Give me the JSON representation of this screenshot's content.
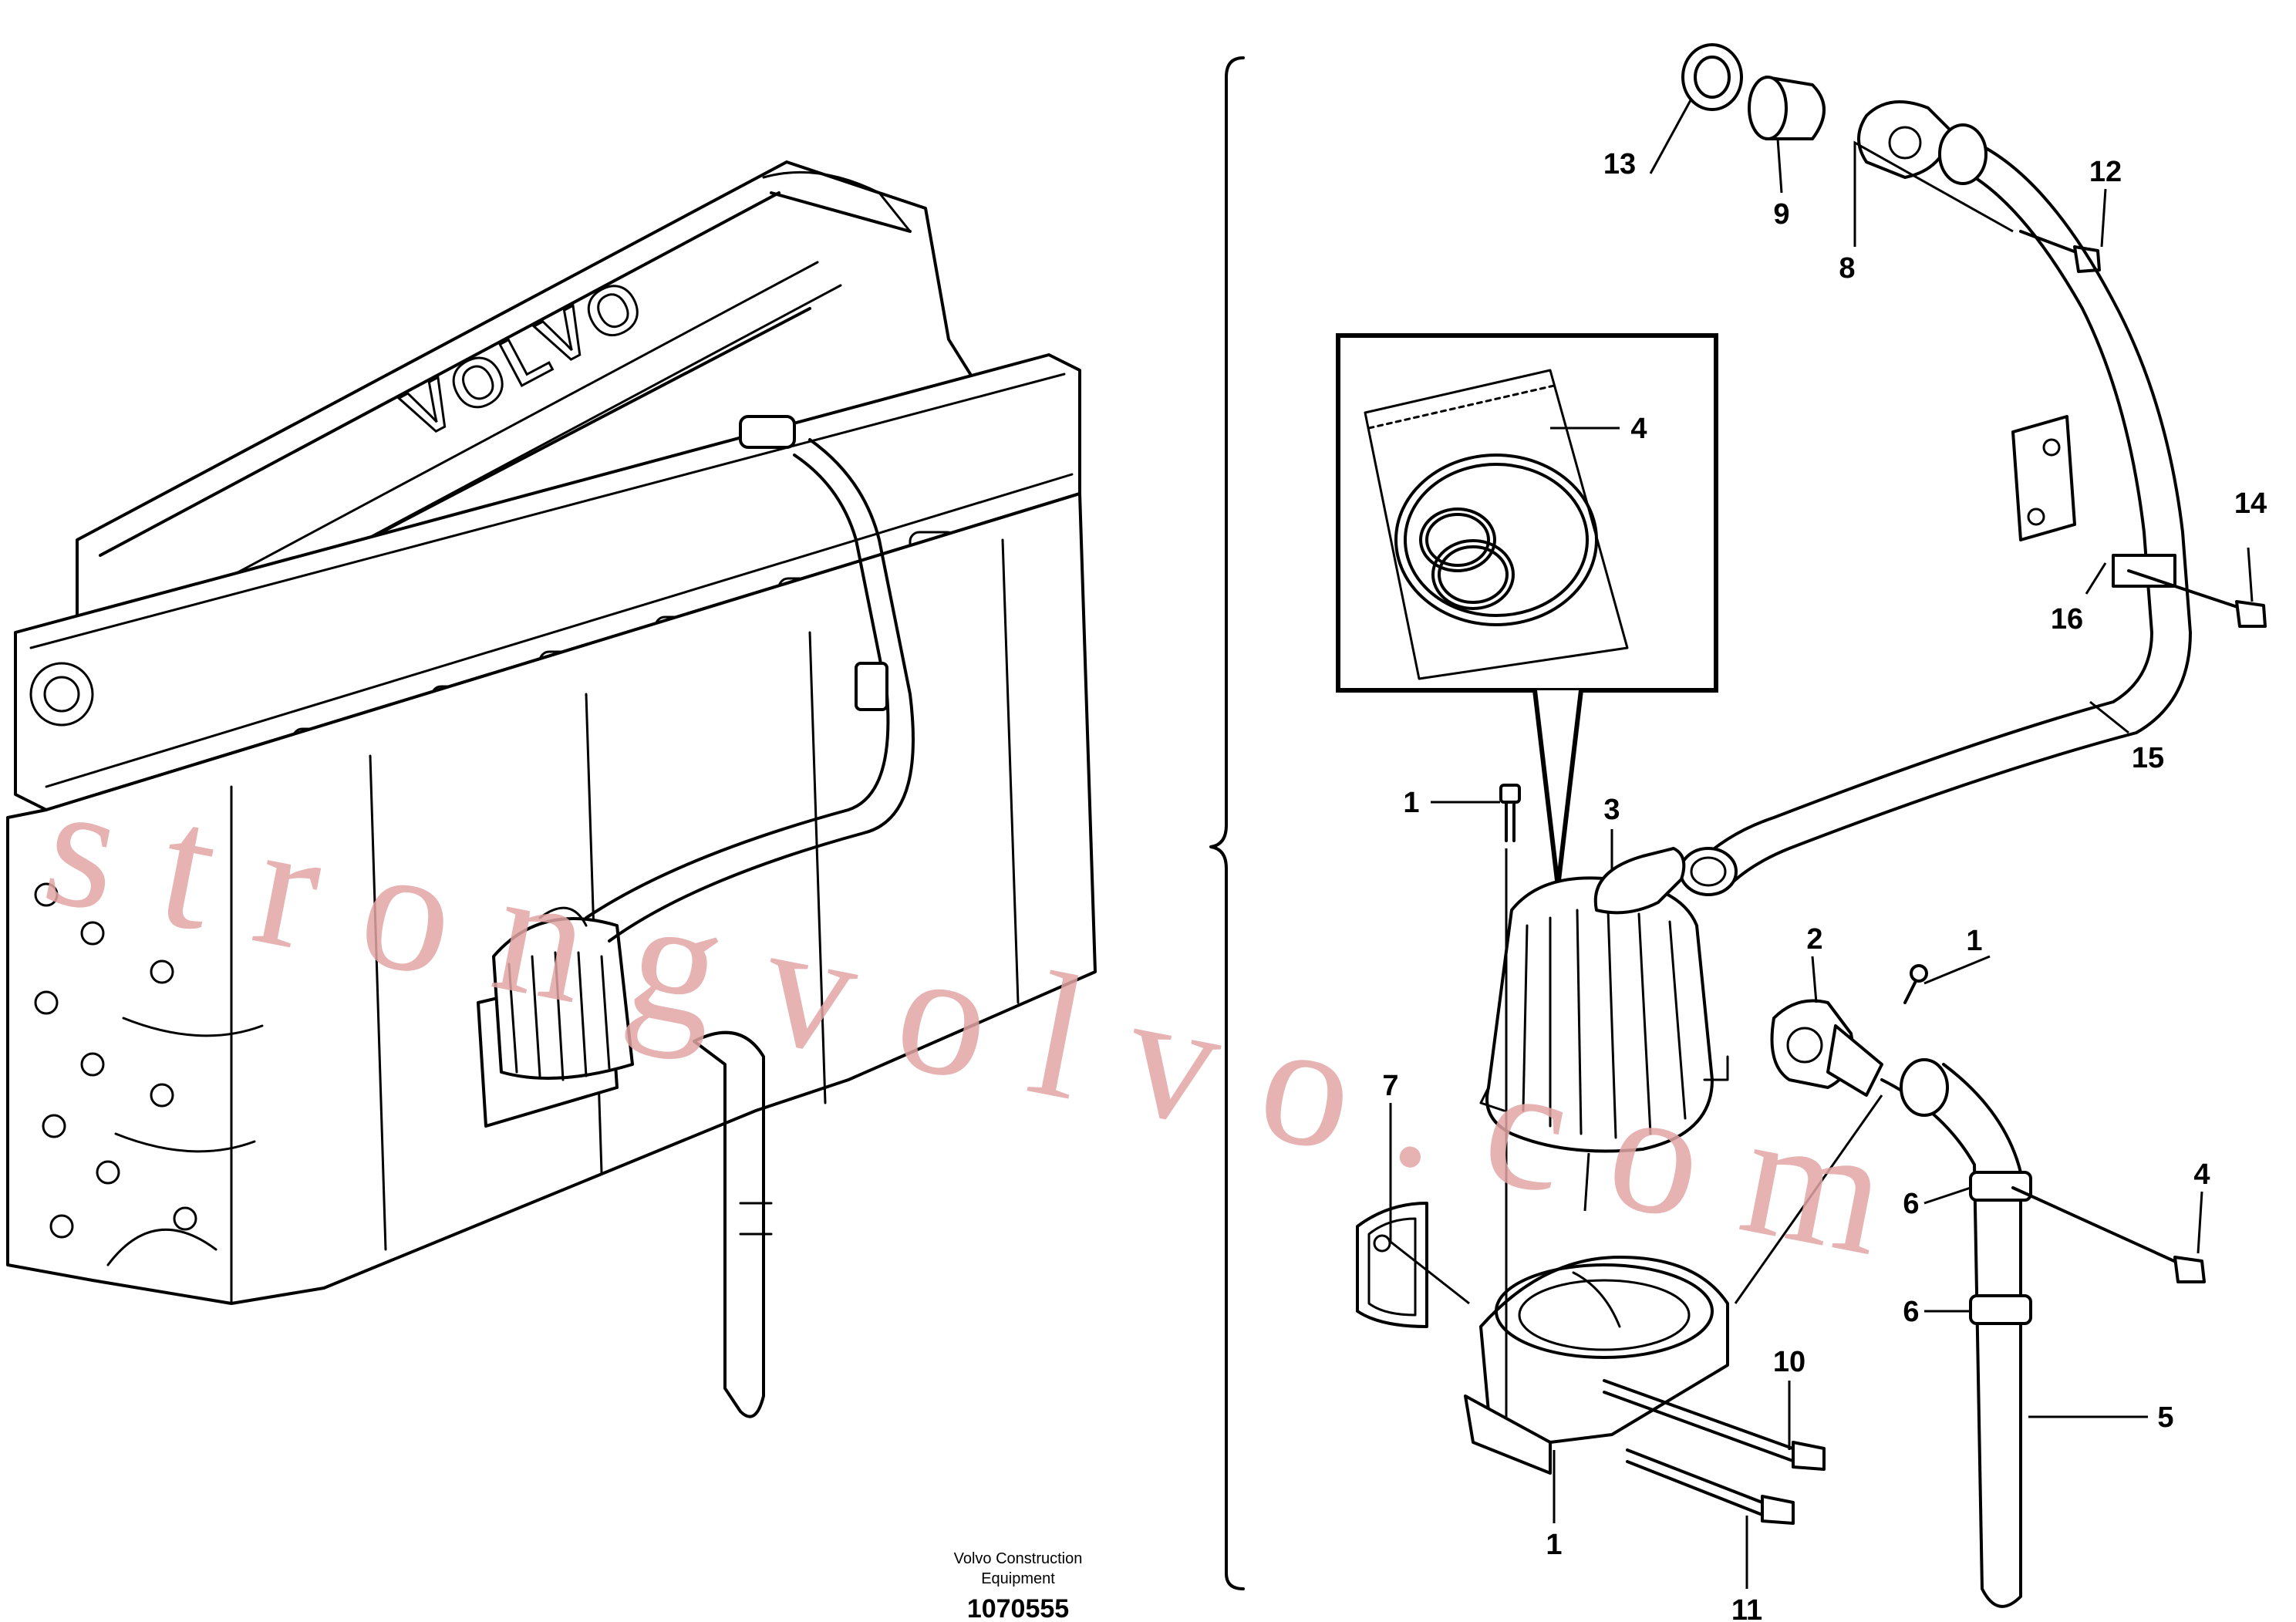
{
  "engine_brand": "VOLVO",
  "watermark": "strongvolvo.com",
  "footer": {
    "line1": "Volvo Construction",
    "line2": "Equipment",
    "ref_number": "1070555"
  },
  "callouts": {
    "c13": "13",
    "c9": "9",
    "c8": "8",
    "c12": "12",
    "c4_kit": "4",
    "c14": "14",
    "c16": "16",
    "c15": "15",
    "c1_top": "1",
    "c3": "3",
    "c2": "2",
    "c1_right": "1",
    "c7": "7",
    "c6_upper": "6",
    "c4_right": "4",
    "c6_lower": "6",
    "c10": "10",
    "c5": "5",
    "c1_bottom": "1",
    "c11": "11"
  }
}
